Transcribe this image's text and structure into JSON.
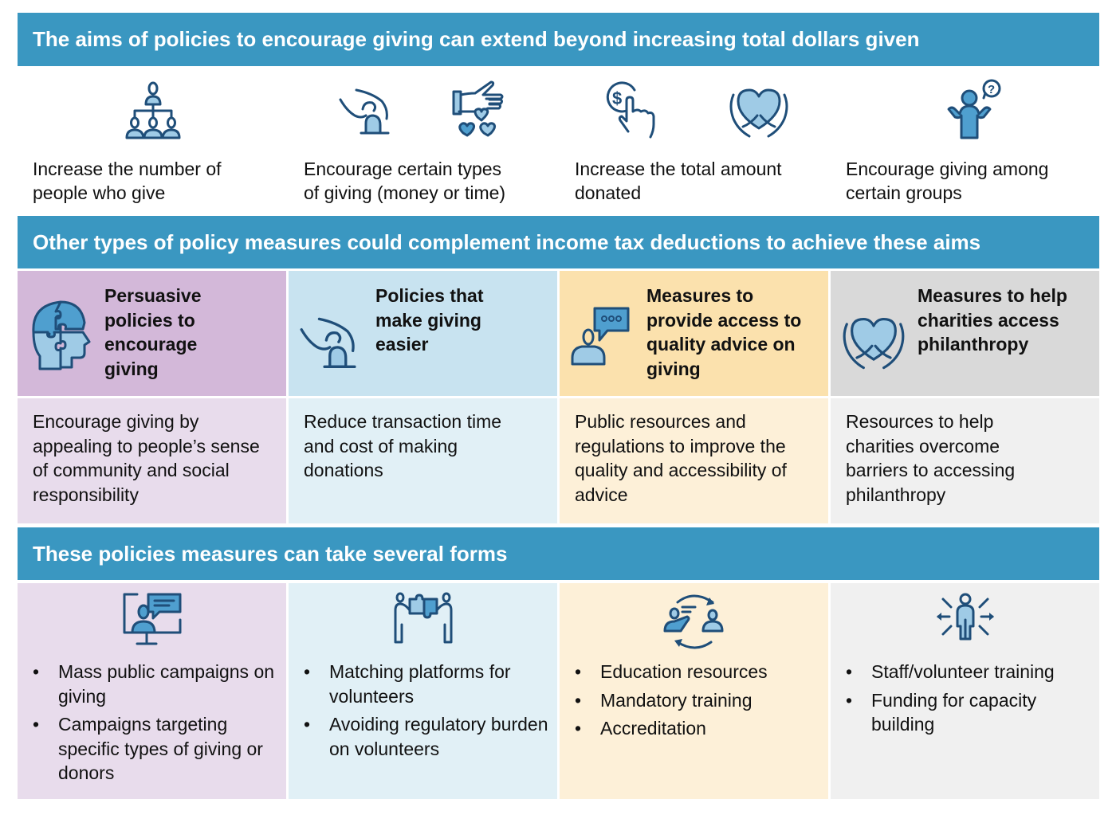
{
  "colors": {
    "banner": "#3a97c1",
    "purple_header": "#d3b8d9",
    "purple_light": "#e8dcec",
    "blue_header": "#c8e3f0",
    "blue_light": "#e1f0f6",
    "orange_header": "#fbe1ad",
    "orange_light": "#fdf0d8",
    "grey_header": "#d9d9d9",
    "grey_light": "#f0f0f0",
    "icon_stroke": "#1f4e79"
  },
  "banners": {
    "aims": "The aims of policies to encourage giving can extend beyond increasing total dollars given",
    "measures": "Other types of policy measures could complement income tax deductions to achieve these aims",
    "forms": "These policies measures can take several forms"
  },
  "aims": [
    {
      "label_line1": "Increase the number of",
      "label_line2": "people who give",
      "icons": [
        "org-chart-people-icon"
      ]
    },
    {
      "label_line1": "Encourage certain types",
      "label_line2": "of giving (money or time)",
      "icons": [
        "hand-giving-icon",
        "hand-hearts-icon"
      ]
    },
    {
      "label_line1": "Increase the total amount",
      "label_line2": "donated",
      "icons": [
        "dollar-click-icon",
        "hands-heart-icon"
      ]
    },
    {
      "label_line1": "Encourage giving among",
      "label_line2": "certain groups",
      "icons": [
        "person-question-icon"
      ]
    }
  ],
  "measures": [
    {
      "title": "Persuasive policies to encourage giving",
      "icon": "puzzle-head-icon",
      "description": "Encourage giving by appealing to people’s sense of community and social responsibility",
      "forms_icon": "video-presentation-icon",
      "forms": [
        "Mass public campaigns on giving",
        "Campaigns targeting specific types of giving or donors"
      ]
    },
    {
      "title": "Policies that make giving easier",
      "icon": "hand-giving-icon",
      "description": "Reduce transaction time and cost of making donations",
      "forms_icon": "people-puzzle-icon",
      "forms": [
        "Matching platforms for volunteers",
        "Avoiding regulatory burden on volunteers"
      ]
    },
    {
      "title": "Measures to provide access to quality advice on giving",
      "icon": "person-chat-icon",
      "description": "Public resources and regulations to improve the quality and accessibility of advice",
      "forms_icon": "teaching-cycle-icon",
      "forms": [
        "Education resources",
        "Mandatory training",
        "Accreditation"
      ]
    },
    {
      "title": "Measures to help charities access philanthropy",
      "icon": "hands-heart-icon",
      "description": "Resources to help charities overcome barriers to accessing philanthropy",
      "forms_icon": "person-arrows-icon",
      "forms": [
        "Staff/volunteer training",
        "Funding for capacity building"
      ]
    }
  ]
}
